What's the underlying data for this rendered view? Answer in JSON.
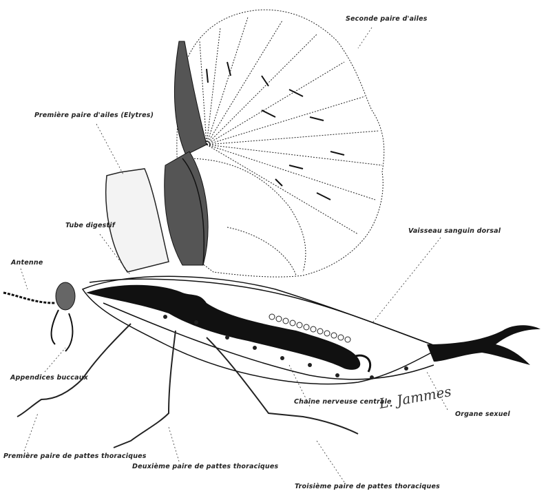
{
  "labels": {
    "second_wings": "Seconde paire d'ailes",
    "first_wings": "Première paire d'ailes (Elytres)",
    "digestive_tube": "Tube digestif",
    "dorsal_vessel": "Vaisseau sanguin dorsal",
    "antenna": "Antenne",
    "mouthparts": "Appendices buccaux",
    "nerve_chain": "Chaîne nerveuse centrale",
    "sex_organ": "Organe sexuel",
    "first_legs": "Première paire de pattes thoraciques",
    "second_legs": "Deuxième paire de pattes thoraciques",
    "third_legs": "Troisième paire de pattes thoraciques"
  },
  "signature": "L. Jammes",
  "colors": {
    "ink": "#1a1a1a",
    "shade": "#555555",
    "paper": "#ffffff"
  }
}
